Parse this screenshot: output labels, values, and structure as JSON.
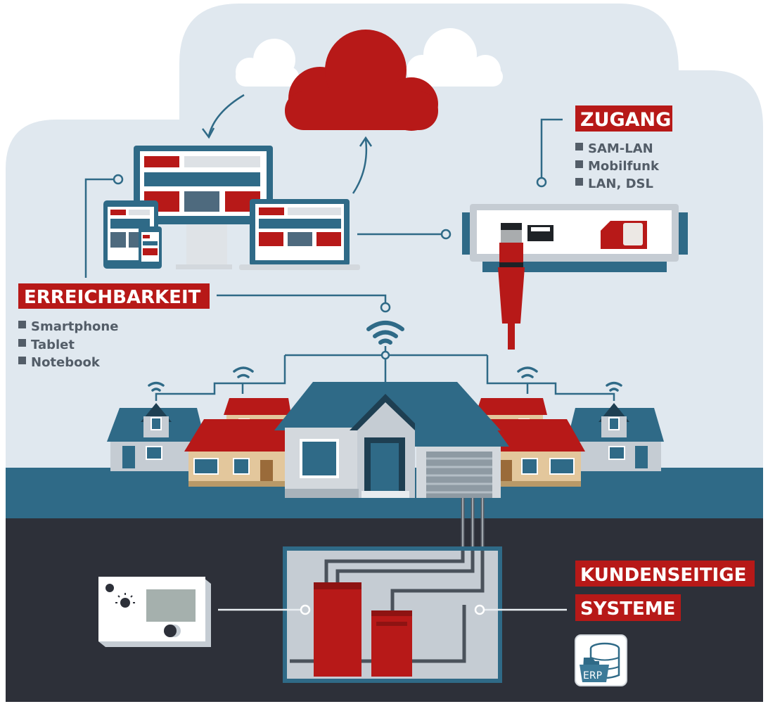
{
  "colors": {
    "red": "#b71918",
    "blue": "#2f6a87",
    "sky": "#e0e8ef",
    "ground": "#2d3039",
    "gray": "#c5ccd3",
    "text": "#535d68"
  },
  "erreichbarkeit": {
    "title": "ERREICHBARKEIT",
    "items": [
      "Smartphone",
      "Tablet",
      "Notebook"
    ]
  },
  "zugang": {
    "title": "ZUGANG",
    "items": [
      "SAM-LAN",
      "Mobilfunk",
      "LAN, DSL"
    ]
  },
  "kundenseitige": {
    "title_line1": "KUNDENSEITIGE",
    "title_line2": "SYSTEME",
    "erp_label": "ERP"
  }
}
